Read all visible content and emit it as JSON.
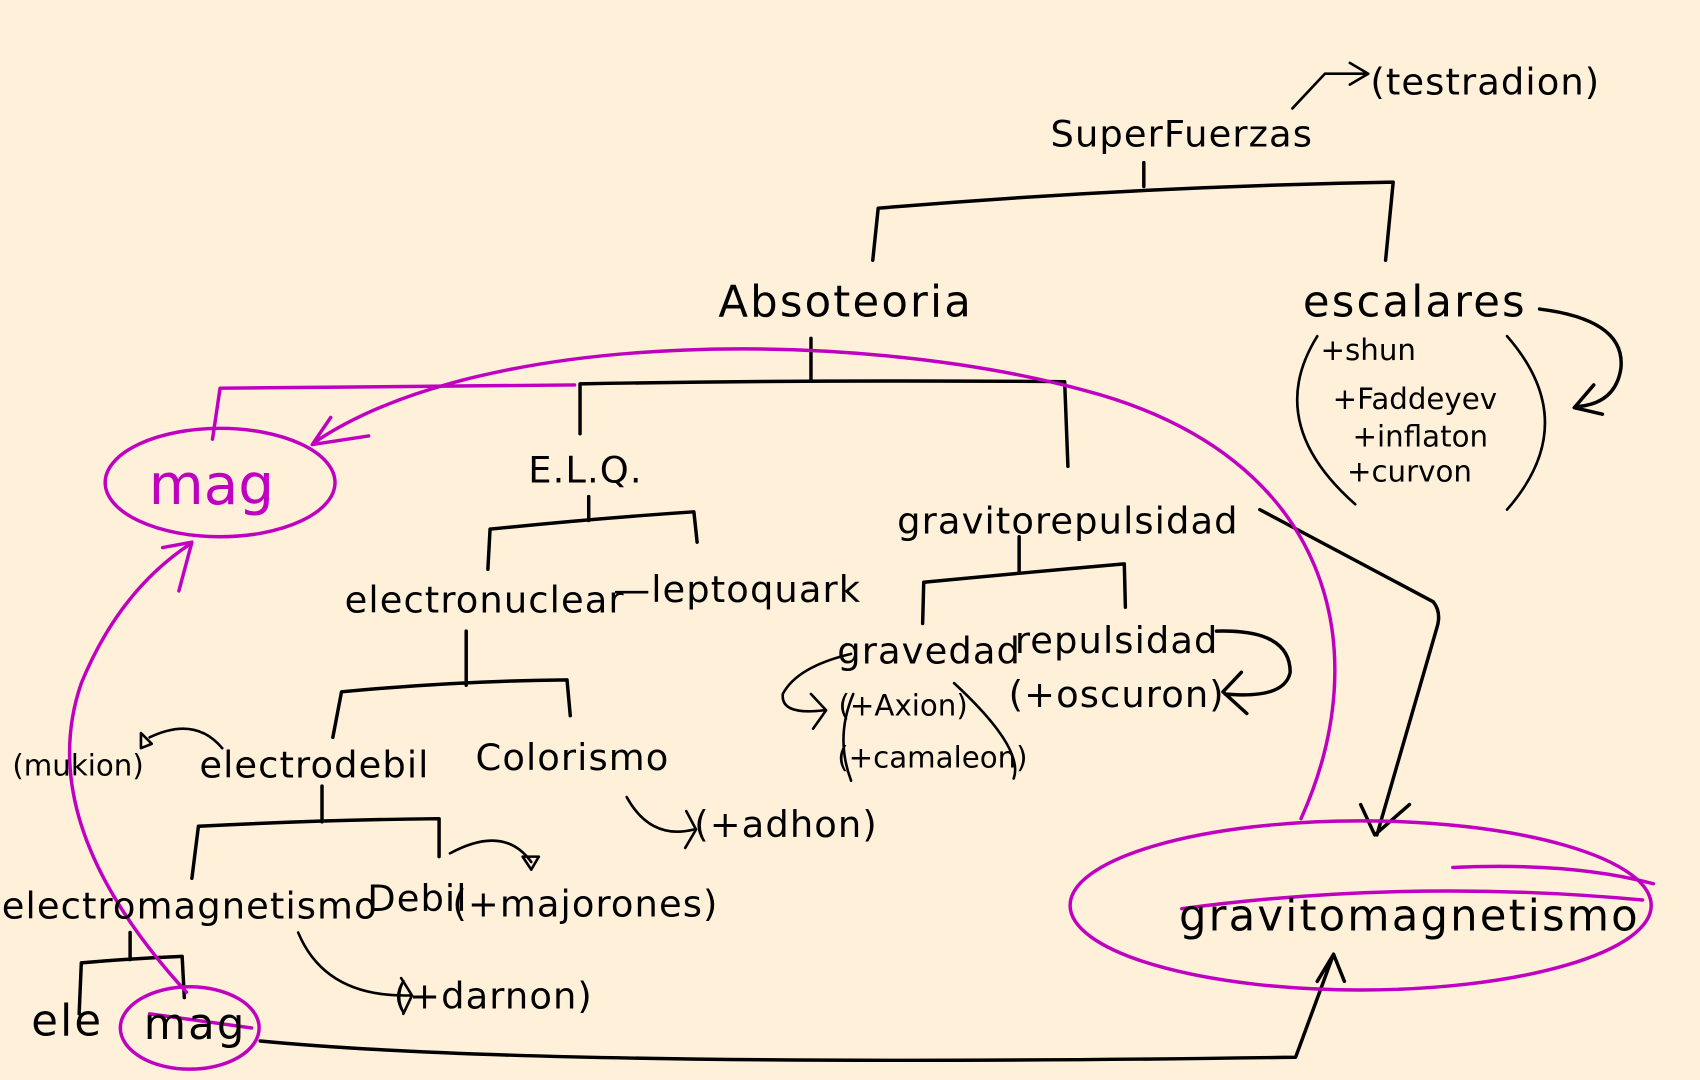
{
  "diagram": {
    "root": "SuperFuerzas",
    "root_note": "(testradion)",
    "absoteoria": "Absoteoria",
    "escalares": {
      "label": "escalares",
      "items": [
        "+shun",
        "+Faddeyev",
        "+inflaton",
        "+curvon"
      ]
    },
    "elq": "E.L.Q.",
    "electronuclear": "electronuclear",
    "leptoquark": "—leptoquark",
    "electrodebil": "electrodebil",
    "mukion": "(mukion)",
    "colorismo": "Colorismo",
    "tadhon": "(+adhon)",
    "electromagnetismo": "electromagnetismo",
    "debil": "Debil",
    "majorones": "(+majorones)",
    "darnon": "(+darnon)",
    "ele": "ele",
    "mag_small": "mag",
    "mag_big": "mag",
    "gravitorepulsidad": "gravitorepulsidad",
    "gravedad": "gravedad",
    "repulsidad": "repulsidad",
    "axion": "(+Axion)",
    "camaleon": "(+camaleon)",
    "oscuron": "(+oscuron)",
    "gravitomagnetismo": "gravitomagnetismo",
    "colors": {
      "ink": "#000000",
      "highlight": "#c000c0",
      "paper": "#fff0da"
    }
  }
}
